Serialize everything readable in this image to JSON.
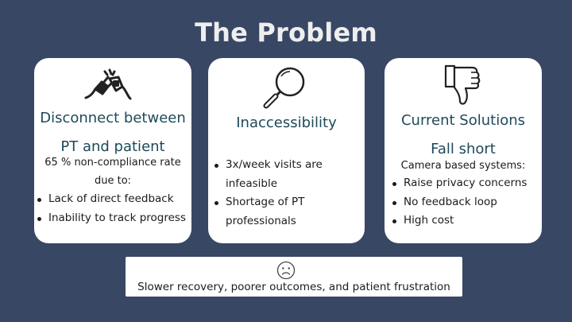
{
  "slide": {
    "title": "The Problem"
  },
  "cards": [
    {
      "icon": "broken-plug-icon",
      "heading_line1": "Disconnect between",
      "heading_line2": "PT and patient",
      "intro_line1": "65 % non-compliance rate",
      "intro_line2": "due to:",
      "bullets": [
        "Lack of direct feedback",
        "Inability to track progress"
      ]
    },
    {
      "icon": "magnifying-glass-icon",
      "heading_line1": "Inaccessibility",
      "bullets": [
        "3x/week visits are infeasible",
        "Shortage of PT professionals"
      ]
    },
    {
      "icon": "thumbs-down-icon",
      "heading_line1": "Current Solutions",
      "heading_line2": "Fall short",
      "intro_line1": "Camera based systems:",
      "bullets": [
        "Raise privacy concerns",
        "No feedback loop",
        "High cost"
      ]
    }
  ],
  "banner": {
    "icon": "sad-face-icon",
    "text": "Slower recovery, poorer outcomes, and patient frustration"
  },
  "colors": {
    "background": "#384764",
    "card": "#ffffff",
    "heading": "#1d4a5a",
    "title": "#eeeeee"
  }
}
